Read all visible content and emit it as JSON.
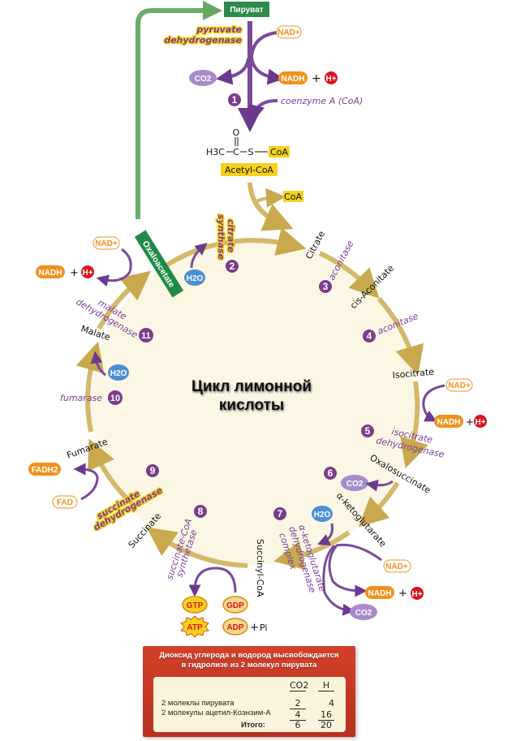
{
  "title": {
    "line1": "Цикл лимонной",
    "line2": "кислоты"
  },
  "start": {
    "pyruvate": "Пируват",
    "enzyme_line1": "pyruvate",
    "enzyme_line2": "dehydrogenase",
    "nad": "NAD+",
    "nadh": "NADH",
    "plus": "+",
    "h": "H+",
    "co2": "CO2",
    "coenzyme": "coenzyme A (CoA)",
    "step": "1"
  },
  "acetyl": {
    "o": "O",
    "h3c": "H3C",
    "c": "C",
    "s": "S",
    "coa": "CoA",
    "name": "Acetyl-CoA",
    "released_coa": "CoA"
  },
  "cycle": {
    "metabolites": {
      "oxaloacetate": "Oxaloacetate",
      "citrate": "Citrate",
      "cis_aconitate": "cis-Aconitate",
      "isocitrate": "Isocitrate",
      "oxalosuccinate": "Oxalosuccinate",
      "a_ketoglutarate": "α-ketoglutarate",
      "succinyl_coa": "Succinyl-CoA",
      "succinate": "Succinate",
      "fumarate": "Fumarate",
      "malate": "Malate"
    },
    "enzymes": {
      "citrate_synthase_1": "citrate",
      "citrate_synthase_2": "synthase",
      "aconitase3": "aconitase",
      "aconitase4": "aconitase",
      "isocitrate_dh_1": "isocitrate",
      "isocitrate_dh_2": "dehydrogenase",
      "akg_dh_1": "α-ketoglutarate",
      "akg_dh_2": "dehydrogenase",
      "akg_dh_3": "complex",
      "succ_coa_syn_1": "succinate-CoA",
      "succ_coa_syn_2": "synthetase",
      "succ_dh_1": "succinate",
      "succ_dh_2": "dehydrogenase",
      "fumarase": "fumarase",
      "malate_dh_1": "malate",
      "malate_dh_2": "dehydrogenase"
    },
    "steps": [
      "2",
      "3",
      "4",
      "5",
      "6",
      "7",
      "8",
      "9",
      "10",
      "11"
    ],
    "cofactors": {
      "h2o": "H2O",
      "nad": "NAD+",
      "nadh": "NADH",
      "h": "H+",
      "plus": "+",
      "co2": "CO2",
      "fad": "FAD",
      "fadh2": "FADH2",
      "gtp": "GTP",
      "gdp": "GDP",
      "atp": "ATP",
      "adp": "ADP",
      "pi": "Pi"
    }
  },
  "summary": {
    "heading_line1": "Диоксид углерода и водород высвобождается",
    "heading_line2": "в гидролизе из 2 молекул пирувата",
    "columns": [
      "CO2",
      "H"
    ],
    "rows": [
      {
        "label": "2 молеклы пирувата",
        "co2": "2",
        "h": "4"
      },
      {
        "label": "2 молекулы ацетил-Коэнзим-А",
        "co2": "4",
        "h": "16"
      }
    ],
    "total_label": "Итого:",
    "total_co2": "6",
    "total_h": "20"
  },
  "colors": {
    "cycle_fill": "#fcf7e4",
    "cycle_arrow": "#d4b86a",
    "enzyme_purple": "#7a3e96",
    "step_circle": "#7b3c8e",
    "green": "#2c8a4a",
    "green_arrow": "#6aac6a",
    "nadh_orange": "#f0921e",
    "h_red": "#d8141e",
    "co2_lilac": "#a78ccb",
    "h2o_blue": "#4a8fd4",
    "yellow_hl": "#f7d21a",
    "summary_red": "#c63a24"
  }
}
